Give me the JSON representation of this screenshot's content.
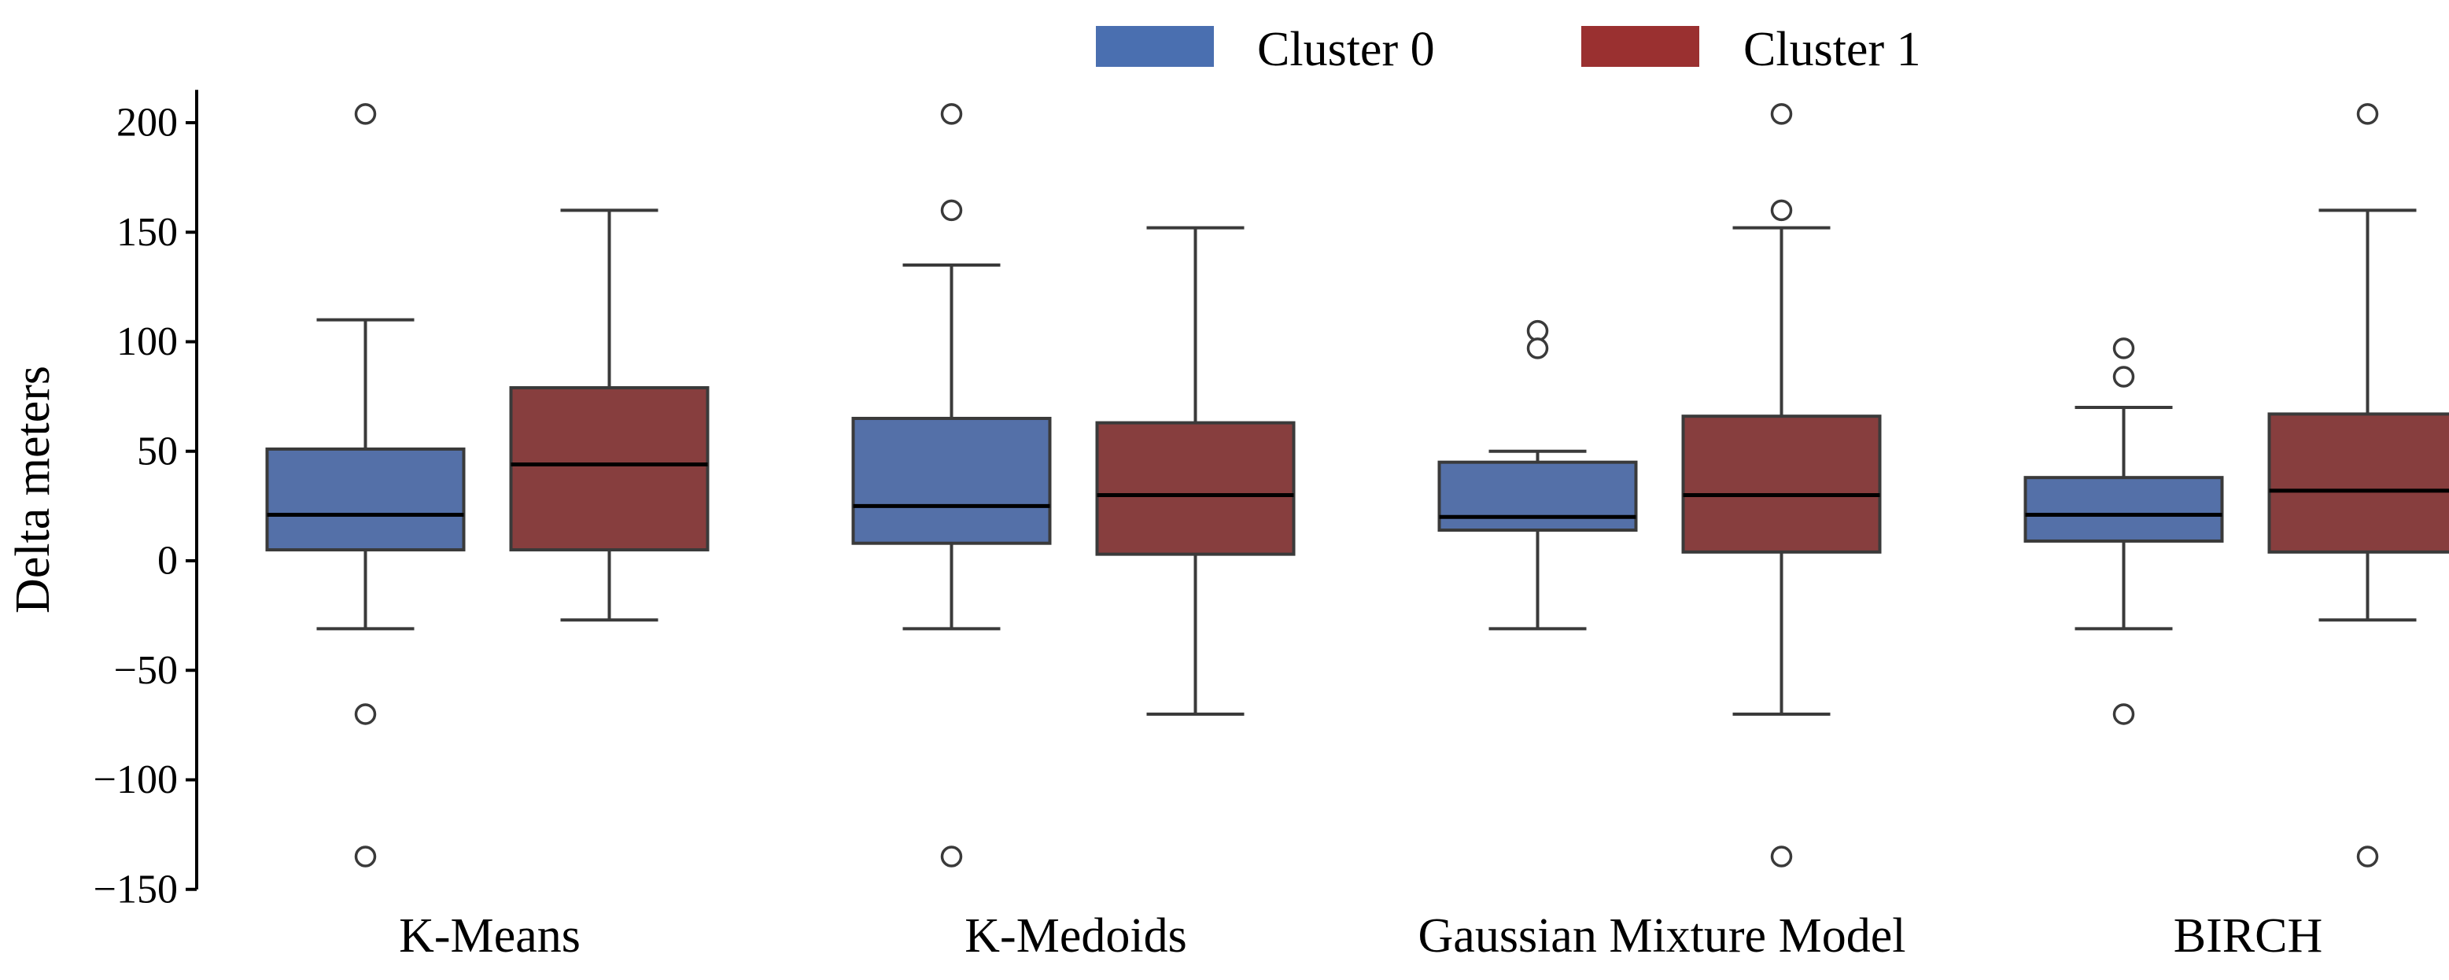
{
  "chart_data": {
    "type": "boxplot",
    "ylabel": "Delta meters",
    "xlabel": "",
    "ylim": [
      -150,
      215
    ],
    "yticks": [
      -150,
      -100,
      -50,
      0,
      50,
      100,
      150,
      200
    ],
    "ytick_labels": [
      "−150",
      "−100",
      "−50",
      "0",
      "50",
      "100",
      "150",
      "200"
    ],
    "categories": [
      "K-Means",
      "K-Medoids",
      "Gaussian Mixture Model",
      "BIRCH"
    ],
    "legend_position": "top-center",
    "series": [
      {
        "name": "Cluster 0",
        "color": "#5470a8",
        "boxes": [
          {
            "q1": 5,
            "median": 21,
            "q3": 51,
            "whisker_low": -31,
            "whisker_high": 110,
            "outliers": [
              204,
              -70,
              -135
            ]
          },
          {
            "q1": 8,
            "median": 25,
            "q3": 65,
            "whisker_low": -31,
            "whisker_high": 135,
            "outliers": [
              204,
              160,
              -135
            ]
          },
          {
            "q1": 14,
            "median": 20,
            "q3": 45,
            "whisker_low": -31,
            "whisker_high": 50,
            "outliers": [
              105,
              97
            ]
          },
          {
            "q1": 9,
            "median": 21,
            "q3": 38,
            "whisker_low": -31,
            "whisker_high": 70,
            "outliers": [
              97,
              84,
              -70
            ]
          }
        ]
      },
      {
        "name": "Cluster 1",
        "color": "#873e3e",
        "boxes": [
          {
            "q1": 5,
            "median": 44,
            "q3": 79,
            "whisker_low": -27,
            "whisker_high": 160,
            "outliers": []
          },
          {
            "q1": 3,
            "median": 30,
            "q3": 63,
            "whisker_low": -70,
            "whisker_high": 152,
            "outliers": []
          },
          {
            "q1": 4,
            "median": 30,
            "q3": 66,
            "whisker_low": -70,
            "whisker_high": 152,
            "outliers": [
              204,
              160,
              -135
            ]
          },
          {
            "q1": 4,
            "median": 32,
            "q3": 67,
            "whisker_low": -27,
            "whisker_high": 160,
            "outliers": [
              204,
              -135
            ]
          }
        ]
      }
    ],
    "legend_colors": [
      "#4a6fb0",
      "#9a3030"
    ]
  }
}
